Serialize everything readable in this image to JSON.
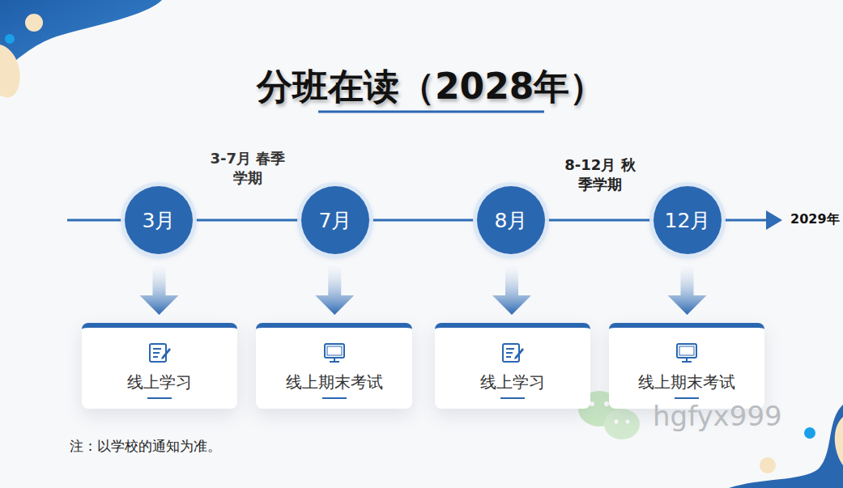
{
  "diagram": {
    "title": "分班在读（2028年）",
    "nodes": [
      {
        "text": [
          "3月"
        ]
      },
      {
        "text": [
          "7月"
        ]
      },
      {
        "text": [
          "8月"
        ]
      },
      {
        "text": [
          "12月"
        ]
      },
      {
        "text": [
          "线上学习"
        ]
      },
      {
        "text": [
          "线上期末考试"
        ]
      },
      {
        "text": [
          "线上学习"
        ]
      },
      {
        "text": [
          "线上期末考试"
        ]
      }
    ],
    "edges": [
      {
        "from": 0,
        "to": 1,
        "arrow": "none"
      },
      {
        "from": 1,
        "to": 2,
        "arrow": "none"
      },
      {
        "from": 2,
        "to": 3,
        "arrow": "none"
      },
      {
        "from": 0,
        "to": 4,
        "arrow": "to"
      },
      {
        "from": 1,
        "to": 5,
        "arrow": "to"
      },
      {
        "from": 2,
        "to": 6,
        "arrow": "to"
      },
      {
        "from": 3,
        "to": 7,
        "arrow": "to"
      }
    ],
    "labels": [
      "3-7月 春季学期",
      "8-12月 秋季学期",
      "2029年",
      "注：以学校的通知为准。",
      "hgfyx999"
    ]
  }
}
